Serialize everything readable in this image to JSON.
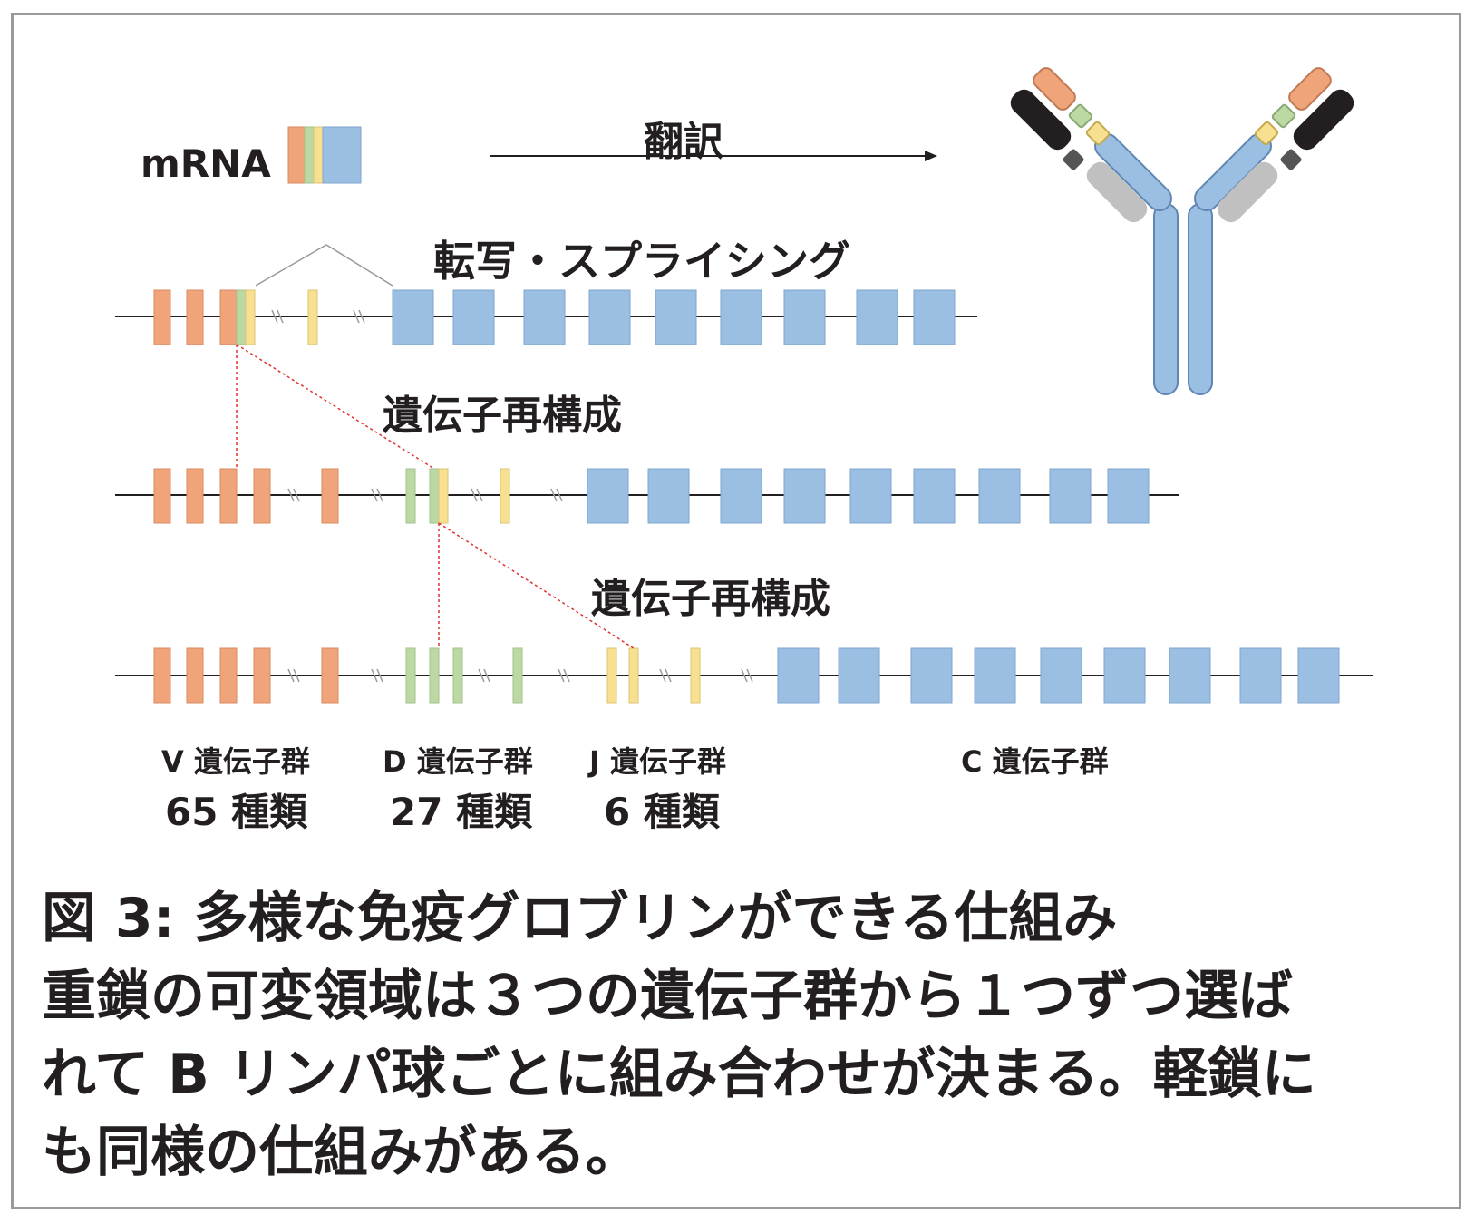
{
  "diagram": {
    "mrna_label": "mRNA",
    "translation_label": "翻訳",
    "splicing_label": "転写・スプライシング",
    "rearrangement_label_1": "遺伝子再構成",
    "rearrangement_label_2": "遺伝子再構成",
    "gene_groups": [
      {
        "name": "V 遺伝子群",
        "count": "65 種類"
      },
      {
        "name": "D 遺伝子群",
        "count": "27 種類"
      },
      {
        "name": "J 遺伝子群",
        "count": "6 種類"
      },
      {
        "name": "C 遺伝子群",
        "count": ""
      }
    ],
    "colors": {
      "v_segment": "#f0a47a",
      "d_segment": "#bcd9a4",
      "j_segment": "#f7e08f",
      "c_segment": "#9bbfe3",
      "light_chain_dark": "#231f20",
      "light_chain_gray": "#c0c0c0",
      "link_line": "#e0322f"
    }
  },
  "caption": {
    "line1": "図 3: 多様な免疫グロブリンができる仕組み",
    "line2": "重鎖の可変領域は３つの遺伝子群から１つずつ選ば",
    "line3": "れて B リンパ球ごとに組み合わせが決まる。軽鎖に",
    "line4": "も同様の仕組みがある。"
  }
}
